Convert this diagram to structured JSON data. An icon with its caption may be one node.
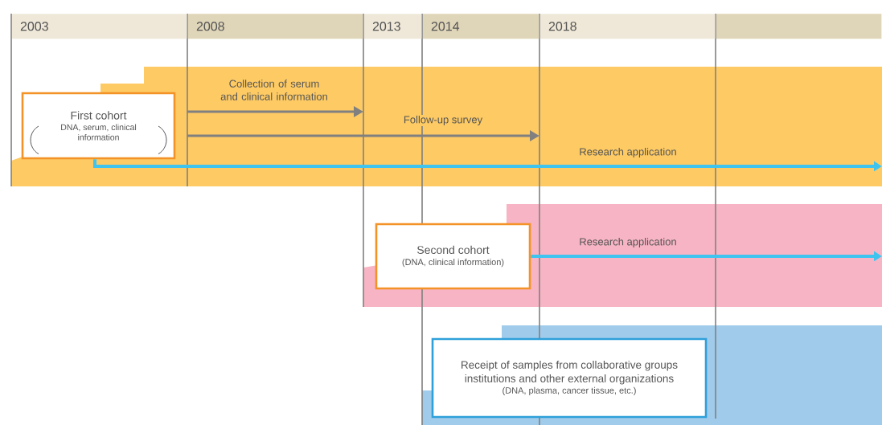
{
  "diagram": {
    "nodes": [
      {
        "text": [
          "2003"
        ]
      },
      {
        "text": [
          "2008"
        ]
      },
      {
        "text": [
          "2013"
        ]
      },
      {
        "text": [
          "2014"
        ]
      },
      {
        "text": [
          "2018"
        ]
      },
      {
        "text": [],
        "shape": "bar"
      },
      {
        "text": [
          "First cohort",
          "DNA, serum, clinical information"
        ]
      },
      {
        "text": [
          "Second cohort",
          "(DNA, clinical information)"
        ]
      },
      {
        "text": [
          "Receipt of samples from collaborative groups institutions and other external organizations",
          "(DNA, plasma, cancer tissue, etc.)"
        ]
      }
    ],
    "edges": [
      {
        "from": 6,
        "to": null,
        "arrow": "to",
        "label": "Research application"
      },
      {
        "from": 7,
        "to": null,
        "arrow": "to",
        "label": "Research application"
      }
    ],
    "labels": [
      "Collection of serum and clinical information",
      "Follow-up survey"
    ]
  }
}
